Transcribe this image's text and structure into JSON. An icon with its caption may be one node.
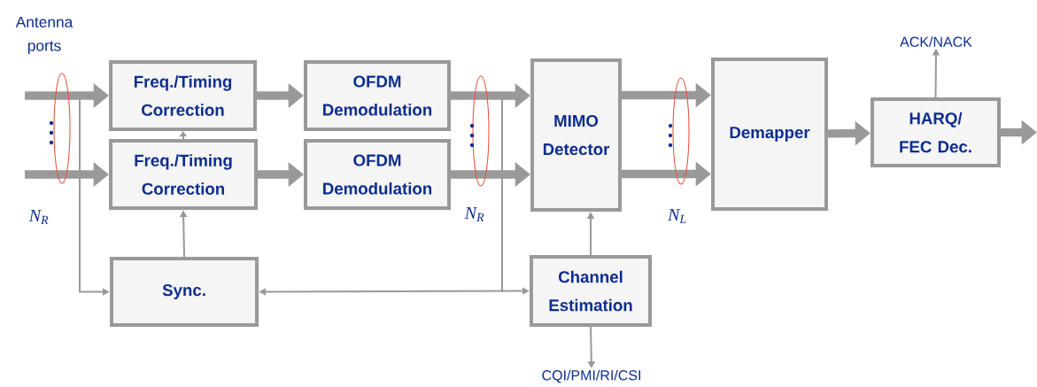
{
  "diagram": {
    "nodes": [
      {
        "text": [
          "Freq./Timing Correction"
        ]
      },
      {
        "text": [
          "Freq./Timing Correction"
        ]
      },
      {
        "text": [
          "OFDM Demodulation"
        ]
      },
      {
        "text": [
          "OFDM Demodulation"
        ]
      },
      {
        "text": [
          "MIMO Detector"
        ]
      },
      {
        "text": [
          "Demapper"
        ]
      },
      {
        "text": [
          "HARQ/ FEC Dec."
        ]
      },
      {
        "text": [
          "Sync."
        ]
      },
      {
        "text": [
          "Channel Estimation"
        ]
      },
      {
        "text": [
          "ACK/NACK"
        ]
      },
      {
        "text": [
          "CQI/PMI/RI/CSI"
        ]
      }
    ],
    "edges": [
      {
        "from": null,
        "to": 0,
        "arrow": "to"
      },
      {
        "from": null,
        "to": 1,
        "arrow": "to"
      },
      {
        "from": 0,
        "to": 2,
        "arrow": "to"
      },
      {
        "from": 1,
        "to": 3,
        "arrow": "to"
      },
      {
        "from": 2,
        "to": 4,
        "arrow": "to"
      },
      {
        "from": 3,
        "to": 4,
        "arrow": "to"
      },
      {
        "from": 4,
        "to": 5,
        "arrow": "to"
      },
      {
        "from": 4,
        "to": 5,
        "arrow": "to"
      },
      {
        "from": 5,
        "to": 6,
        "arrow": "to"
      },
      {
        "from": 6,
        "to": null,
        "arrow": "to"
      },
      {
        "from": 1,
        "to": 0,
        "arrow": "to"
      },
      {
        "from": 7,
        "to": 1,
        "arrow": "to"
      },
      {
        "from": null,
        "to": 7,
        "arrow": "to"
      },
      {
        "from": 2,
        "to": 7,
        "arrow": "to"
      },
      {
        "from": 2,
        "to": 8,
        "arrow": "to"
      },
      {
        "from": 8,
        "to": 4,
        "arrow": "to"
      },
      {
        "from": 8,
        "to": 10,
        "arrow": "to"
      },
      {
        "from": 6,
        "to": 9,
        "arrow": "to"
      }
    ],
    "labels": [
      "Antenna ports",
      "N$_{R}$",
      "N$_{R}$",
      "N$_{L}$"
    ]
  }
}
